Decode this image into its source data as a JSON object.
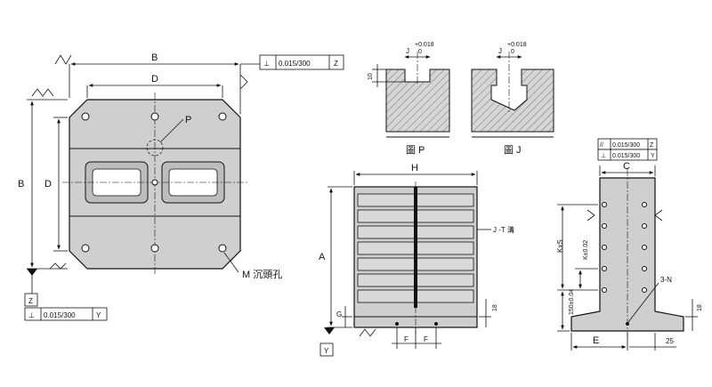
{
  "front_view": {
    "dim_overall_width": "B",
    "dim_inner_width": "D",
    "dim_overall_height": "B",
    "dim_inner_height": "D",
    "tolerance_top": {
      "symbol": "⊥",
      "value": "0.015/300",
      "datum": "Z"
    },
    "tolerance_bottom": {
      "symbol": "⊥",
      "value": "0.015/300",
      "datum": "Y"
    },
    "datum_bottom": "Z",
    "callout_p": "P",
    "callout_m": "M 沉頭孔"
  },
  "detail_p": {
    "slot_label": "J",
    "tol_upper": "+0.018",
    "tol_lower": "0",
    "depth": "10",
    "caption": "圖 P"
  },
  "detail_j": {
    "slot_label": "J",
    "tol_upper": "+0.018",
    "tol_lower": "0",
    "caption": "圖 J"
  },
  "side_view": {
    "dim_width": "H",
    "dim_height": "A",
    "dim_g": "G",
    "dim_18": "18",
    "dim_f1": "F",
    "dim_f2": "F",
    "callout_slot": "J -T 溝",
    "datum_y": "Y"
  },
  "end_view": {
    "tol_parallel": {
      "symbol": "//",
      "value": "0.015/300",
      "datum": "Z"
    },
    "tol_perp": {
      "symbol": "⊥",
      "value": "0.015/300",
      "datum": "Y"
    },
    "dim_c": "C",
    "dim_kxs": "KxS",
    "dim_k_tol": "K±0.02",
    "dim_150": "150±0.04",
    "dim_18": "18",
    "dim_e": "E",
    "dim_25": "25",
    "callout_3n": "3-N"
  }
}
